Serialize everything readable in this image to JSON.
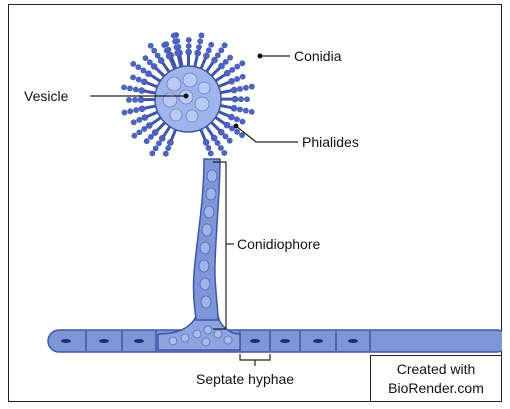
{
  "labels": {
    "conidia": "Conidia",
    "vesicle": "Vesicle",
    "phialides": "Phialides",
    "conidiophore": "Conidiophore",
    "septate_hyphae": "Septate hyphae"
  },
  "watermark": {
    "line1": "Created with",
    "line2": "BioRender.com"
  },
  "colors": {
    "cell_fill": "#7e96d8",
    "cell_stroke": "#3f56a8",
    "conidia_fill": "#4e64c2",
    "nucleus": "#1c2e78",
    "vesicle_fill": "#9fb5ea"
  }
}
